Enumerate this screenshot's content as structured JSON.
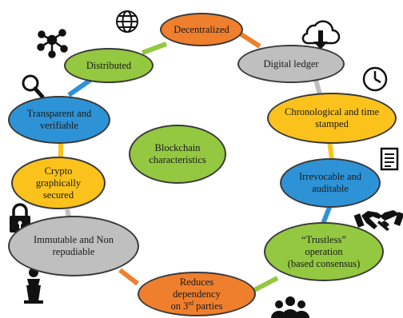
{
  "center": {
    "label": "Blockchain characteristics"
  },
  "nodes": {
    "decentralized": "Decentralized",
    "digital_ledger": "Digital ledger",
    "chronological": "Chronological and time stamped",
    "irrevocable": "Irrevocable and auditable",
    "trustless_quote": "“Trustless”",
    "trustless_line2": "operation",
    "trustless_line3": "(based consensus)",
    "reduces_line1": "Reduces",
    "reduces_line2": "dependency",
    "reduces_line3a": "on 3",
    "reduces_sup": "rd",
    "reduces_line3b": " parties",
    "immutable": "Immutable and Non repudiable",
    "crypto": "Crypto graphically secured",
    "transparent": "Transparent and verifiable",
    "distributed": "Distributed"
  },
  "colors": {
    "orange": "#f07f2d",
    "grey": "#bfbfbf",
    "yellow": "#fbc21c",
    "blue": "#2e93d6",
    "green": "#93c840",
    "border": "#3a3a3a"
  },
  "icons": [
    "globe-icon",
    "network-icon",
    "cloud-download-icon",
    "magnifier-icon",
    "clock-icon",
    "document-icon",
    "padlock-icon",
    "handshake-icon",
    "speaker-podium-icon",
    "people-group-icon"
  ]
}
